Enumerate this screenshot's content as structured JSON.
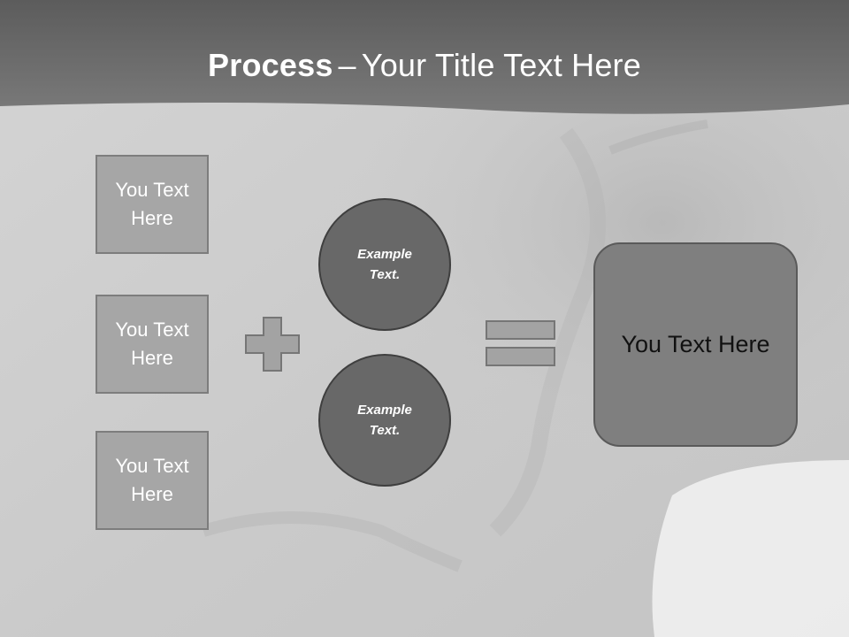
{
  "slide": {
    "title_bold": "Process",
    "title_dash": "–",
    "title_rest": "Your Title Text Here"
  },
  "left_boxes": [
    {
      "label": "You Text Here"
    },
    {
      "label": "You Text Here"
    },
    {
      "label": "You Text Here"
    }
  ],
  "operators": {
    "plus_icon": "plus-icon",
    "equals_icon": "equals-icon"
  },
  "circles": [
    {
      "label": "Example Text."
    },
    {
      "label": "Example Text."
    }
  ],
  "result_box": {
    "label": "You Text Here"
  },
  "colors": {
    "header": "#6a6a6a",
    "box_fill": "#a6a6a6",
    "circle_fill": "#686868",
    "result_fill": "#7f7f7f"
  }
}
